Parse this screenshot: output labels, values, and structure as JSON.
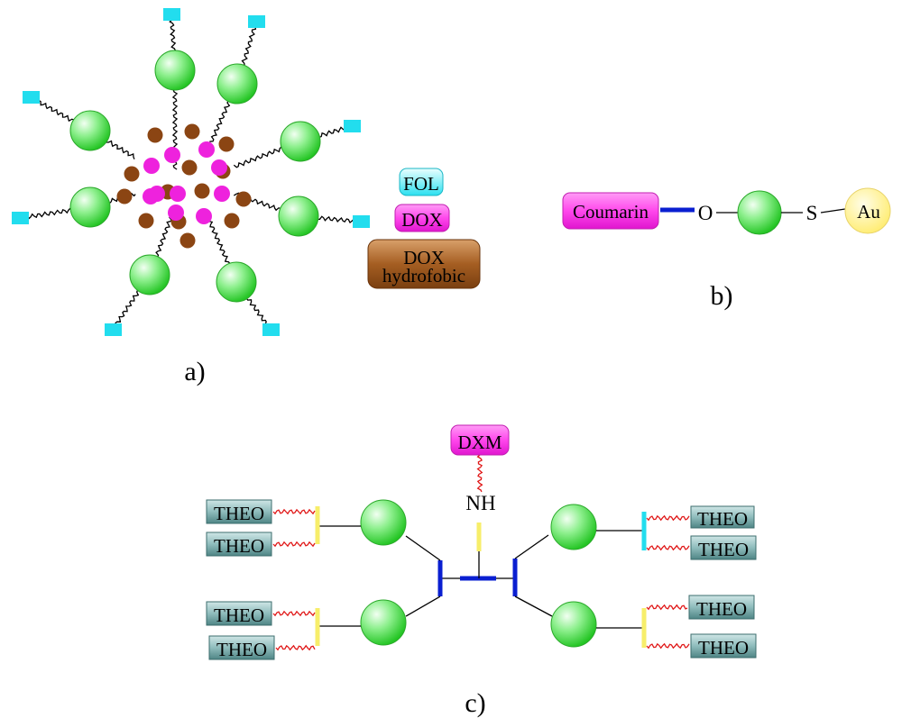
{
  "panels": {
    "a": {
      "caption": "a)",
      "legend": {
        "fol_label": "FOL",
        "dox_label": "DOX",
        "dox_hydrophobic_line1": "DOX",
        "dox_hydrophobic_line2": "hydrofobic"
      }
    },
    "b": {
      "caption": "b)",
      "coumarin_label": "Coumarin",
      "oxygen_label": "O",
      "sulfur_label": "S",
      "gold_label": "Au"
    },
    "c": {
      "caption": "c)",
      "dxm_label": "DXM",
      "nh_label": "NH",
      "theo_label": "THEO"
    }
  },
  "colors": {
    "sphere_green": "#3fe23f",
    "fol_cyan": "#22ddee",
    "dox_magenta": "#ee22dd",
    "dox_hydrophobic_brown": "#8b4513",
    "theo_box": "#5f9494",
    "linker_blue": "#0a1fd1",
    "spacer_yellow": "#f7ee6a",
    "wave_red": "#e01818",
    "gold": "#fff07a"
  }
}
